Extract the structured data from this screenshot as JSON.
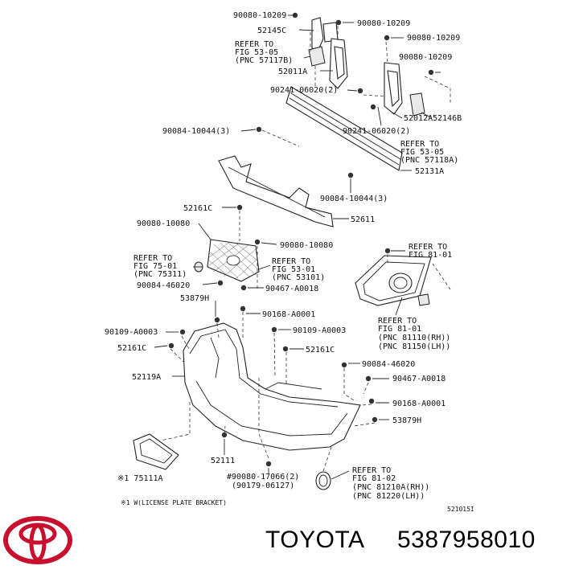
{
  "labels": [
    {
      "id": "l1",
      "text": "90080-10209"
    },
    {
      "id": "l2",
      "text": "90080-10209"
    },
    {
      "id": "l3",
      "text": "52145C"
    },
    {
      "id": "l4",
      "text": "90080-10209"
    },
    {
      "id": "l5a",
      "text": "REFER TO"
    },
    {
      "id": "l5b",
      "text": "FIG 53-05"
    },
    {
      "id": "l5c",
      "text": "(PNC 57117B)"
    },
    {
      "id": "l6",
      "text": "90080-10209"
    },
    {
      "id": "l7",
      "text": "52011A"
    },
    {
      "id": "l8",
      "text": "90241-06020(2)"
    },
    {
      "id": "l9",
      "text": "52012A"
    },
    {
      "id": "l10",
      "text": "52146B"
    },
    {
      "id": "l11",
      "text": "90084-10044(3)"
    },
    {
      "id": "l12",
      "text": "90241-06020(2)"
    },
    {
      "id": "l13a",
      "text": "REFER TO"
    },
    {
      "id": "l13b",
      "text": "FIG 53-05"
    },
    {
      "id": "l13c",
      "text": "(PNC 57118A)"
    },
    {
      "id": "l14",
      "text": "52131A"
    },
    {
      "id": "l15",
      "text": "90084-10044(3)"
    },
    {
      "id": "l16",
      "text": "52161C"
    },
    {
      "id": "l17",
      "text": "52611"
    },
    {
      "id": "l18",
      "text": "90080-10080"
    },
    {
      "id": "l19",
      "text": "90080-10080"
    },
    {
      "id": "l20a",
      "text": "REFER TO"
    },
    {
      "id": "l20b",
      "text": "FIG 81-01"
    },
    {
      "id": "l21a",
      "text": "REFER TO"
    },
    {
      "id": "l21b",
      "text": "FIG 75-01"
    },
    {
      "id": "l21c",
      "text": "(PNC 75311)"
    },
    {
      "id": "l22a",
      "text": "REFER TO"
    },
    {
      "id": "l22b",
      "text": "FIG 53-01"
    },
    {
      "id": "l22c",
      "text": "(PNC 53101)"
    },
    {
      "id": "l23",
      "text": "90084-46020"
    },
    {
      "id": "l24",
      "text": "90467-A0018"
    },
    {
      "id": "l25",
      "text": "53879H"
    },
    {
      "id": "l26",
      "text": "90168-A0001"
    },
    {
      "id": "l27a",
      "text": "REFER TO"
    },
    {
      "id": "l27b",
      "text": "FIG 81-01"
    },
    {
      "id": "l27c",
      "text": "(PNC 81110(RH))"
    },
    {
      "id": "l27d",
      "text": "(PNC 81150(LH))"
    },
    {
      "id": "l28",
      "text": "90109-A0003"
    },
    {
      "id": "l29",
      "text": "90109-A0003"
    },
    {
      "id": "l30",
      "text": "52161C"
    },
    {
      "id": "l31",
      "text": "52161C"
    },
    {
      "id": "l32",
      "text": "90084-46020"
    },
    {
      "id": "l33",
      "text": "52119A"
    },
    {
      "id": "l34",
      "text": "90467-A0018"
    },
    {
      "id": "l35",
      "text": "90168-A0001"
    },
    {
      "id": "l36",
      "text": "53879H"
    },
    {
      "id": "l37",
      "text": "52111"
    },
    {
      "id": "l38",
      "text": "※1 75111A"
    },
    {
      "id": "l39a",
      "text": "#90080-17066(2)"
    },
    {
      "id": "l39b",
      "text": "(90179-06127)"
    },
    {
      "id": "l40a",
      "text": "REFER TO"
    },
    {
      "id": "l40b",
      "text": "FIG 81-02"
    },
    {
      "id": "l40c",
      "text": "(PNC 81210A(RH))"
    },
    {
      "id": "l40d",
      "text": "(PNC 81220(LH))"
    },
    {
      "id": "l41",
      "text": "※1 W(LICENSE PLATE BRACKET)"
    },
    {
      "id": "l42",
      "text": "521015I"
    }
  ],
  "brand": {
    "name": "TOYOTA",
    "part_number": "5387958010",
    "logo_icon": "toyota-logo-icon",
    "logo_color": "#c8102e"
  }
}
